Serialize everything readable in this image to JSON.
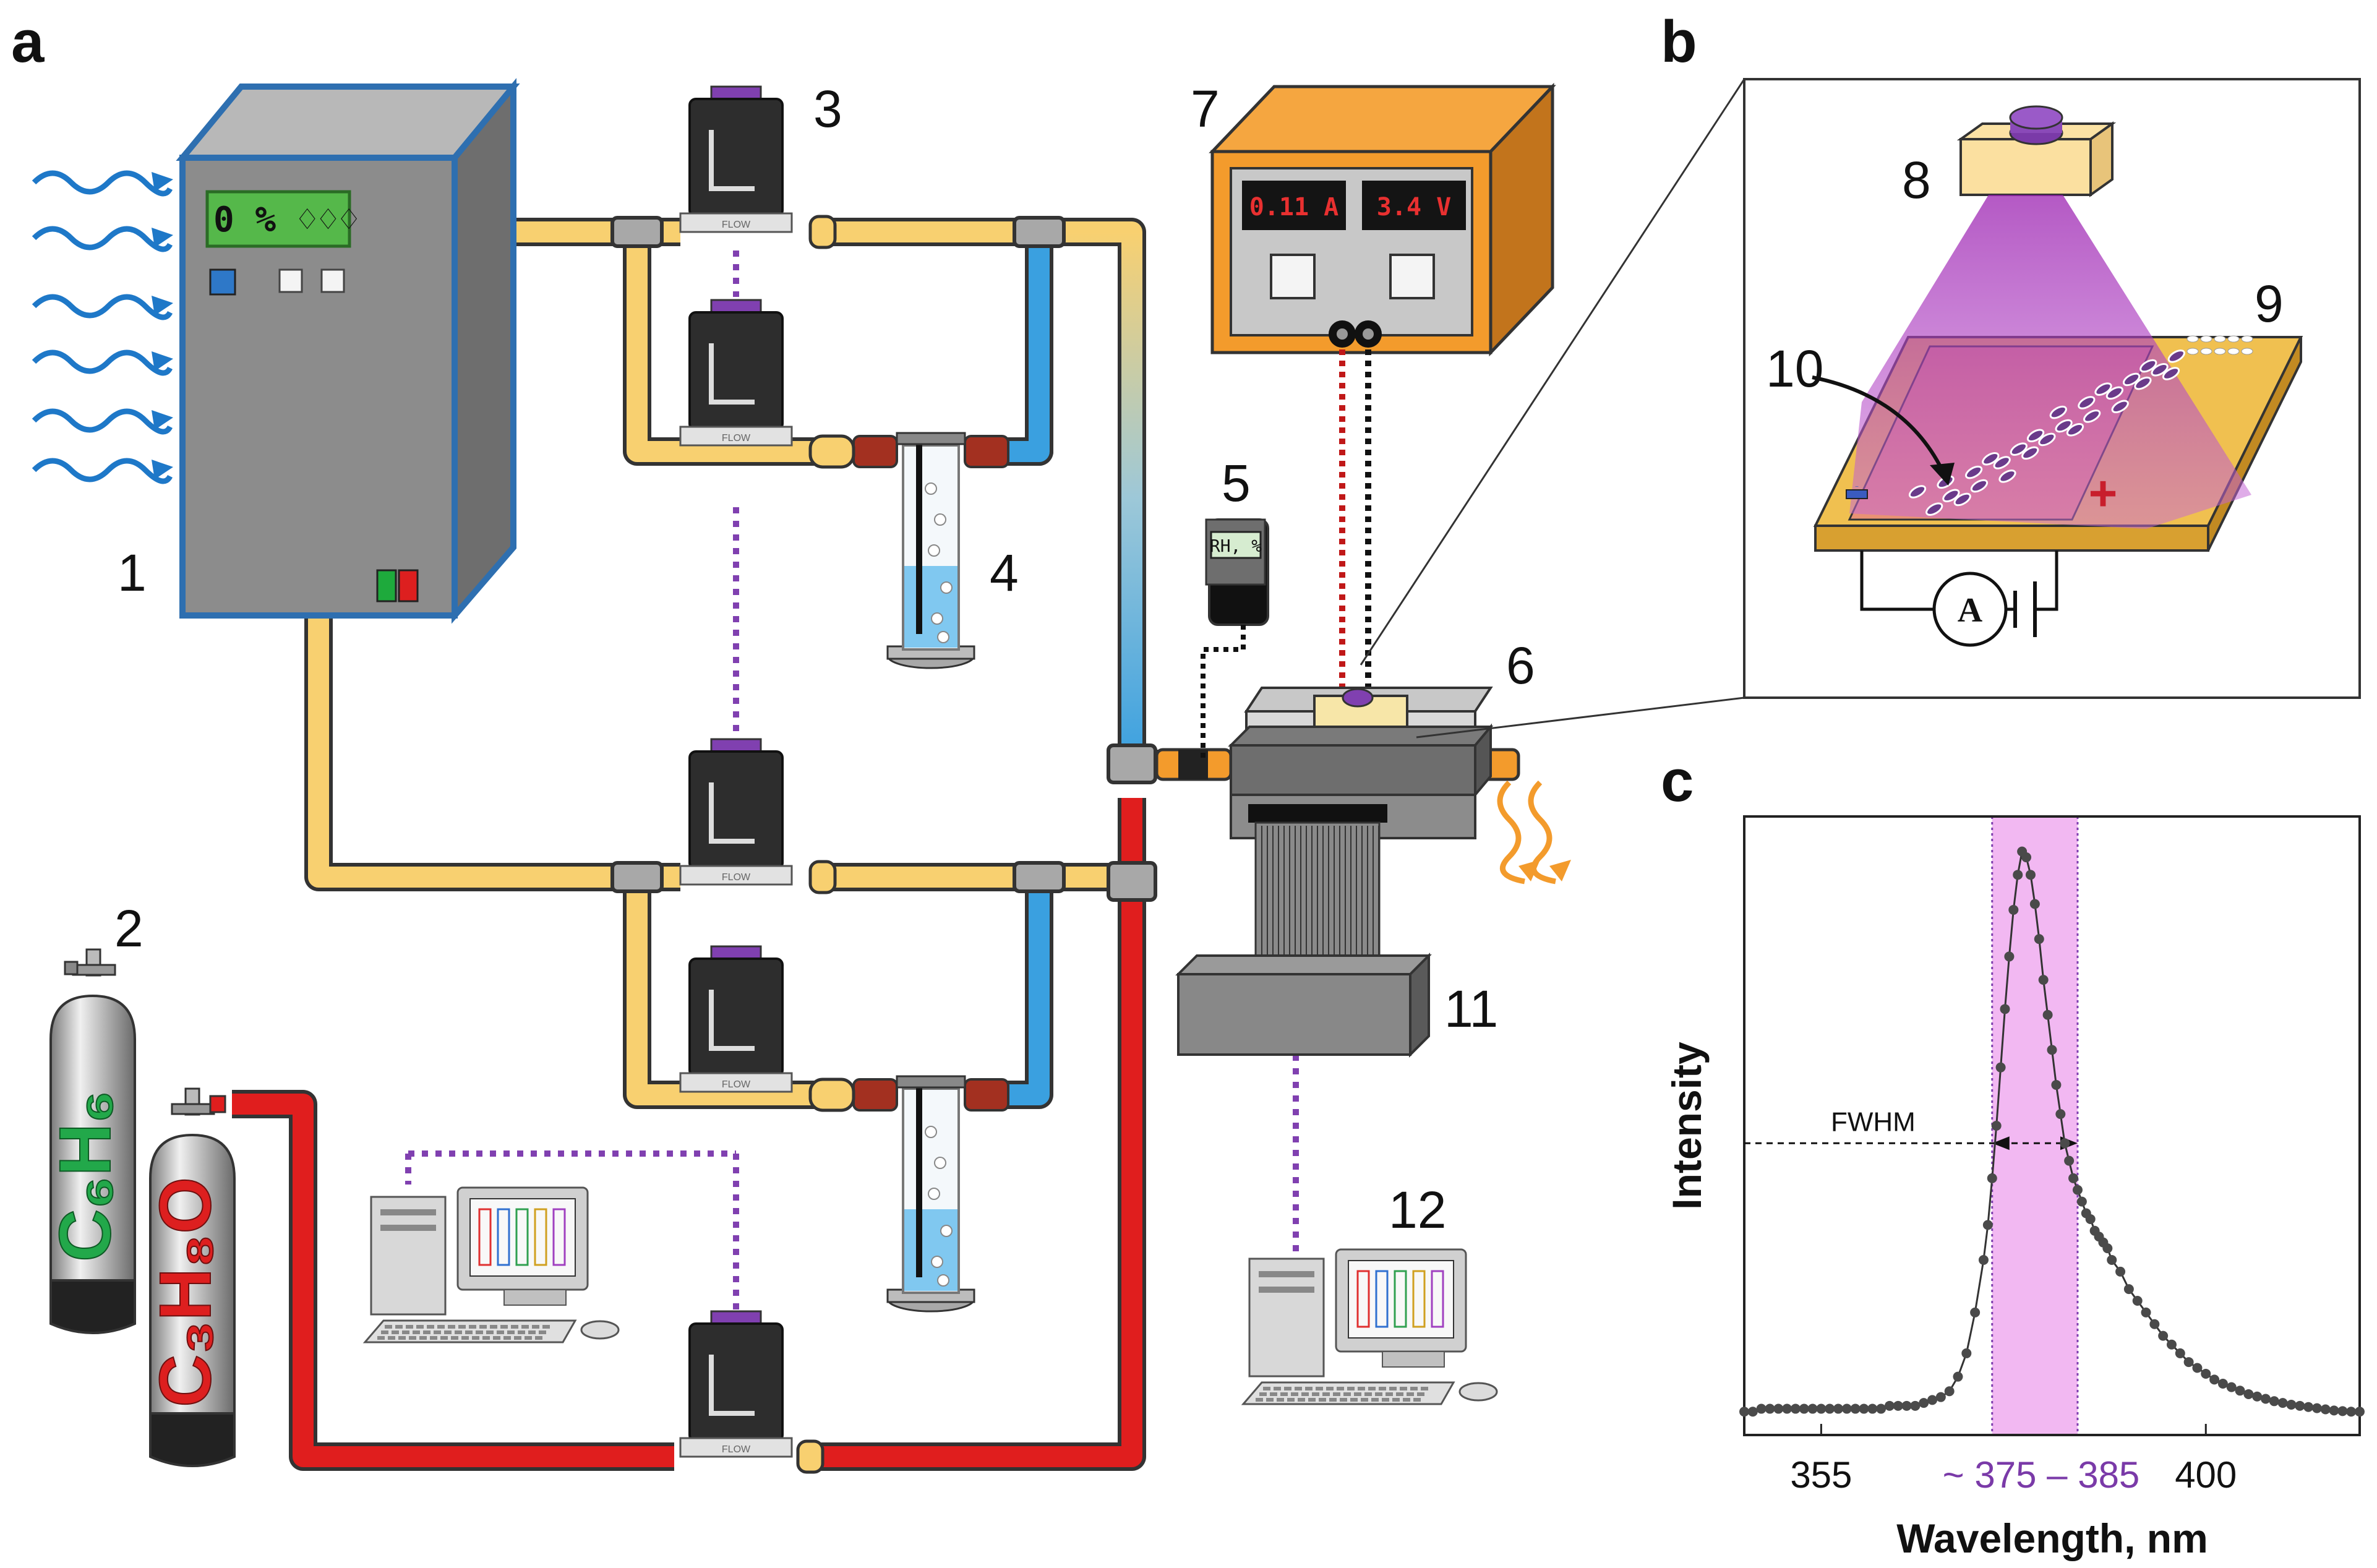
{
  "panels": {
    "a": "a",
    "b": "b",
    "c": "c"
  },
  "callouts": [
    "1",
    "2",
    "3",
    "4",
    "5",
    "6",
    "7",
    "8",
    "9",
    "10",
    "11",
    "12"
  ],
  "climate_chamber": {
    "display": "0 % ♢♢♢"
  },
  "power_supply": {
    "current": "0.11 A",
    "voltage": "3.4 V"
  },
  "hygrometer": {
    "label": "RH, %"
  },
  "gas_cylinders": [
    {
      "formula": "C₆H₆",
      "color": "#22a84a"
    },
    {
      "formula": "C₃H₈O",
      "color": "#dd1f1f"
    }
  ],
  "flow_controller": {
    "label": "FLOW"
  },
  "sensor_chip": {
    "minus": "−",
    "plus": "+",
    "ammeter": "A"
  },
  "colors": {
    "air_line": "#f8d070",
    "humid_line": "#3aa0e0",
    "gas_line": "#e01e1e",
    "control_link": "#8040b0",
    "uv_light": "#b030c0",
    "power": "#f39b2c",
    "chamber": "#8c8c8c"
  },
  "chart_data": {
    "type": "line",
    "xlabel": "Wavelength, nm",
    "ylabel": "Intensity",
    "xticks": [
      355,
      400
    ],
    "band_label": "~ 375 – 385",
    "band": [
      375,
      385
    ],
    "fwhm_label": "FWHM",
    "xlim": [
      346,
      418
    ],
    "ylim": [
      0,
      1.06
    ],
    "x": [
      346,
      347,
      348,
      349,
      350,
      351,
      352,
      353,
      354,
      355,
      356,
      357,
      358,
      359,
      360,
      361,
      362,
      363,
      364,
      365,
      366,
      367,
      368,
      369,
      370,
      371,
      372,
      373,
      374,
      374.5,
      375,
      375.5,
      376,
      376.5,
      377,
      377.5,
      378,
      378.5,
      379,
      379.5,
      380,
      380.5,
      381,
      381.5,
      382,
      382.5,
      383,
      383.5,
      384,
      384.5,
      385,
      385.5,
      386,
      386.5,
      387,
      387.5,
      388,
      388.5,
      389,
      390,
      391,
      392,
      393,
      394,
      395,
      396,
      397,
      398,
      399,
      400,
      401,
      402,
      403,
      404,
      405,
      406,
      407,
      408,
      409,
      410,
      411,
      412,
      413,
      414,
      415,
      416,
      417,
      418
    ],
    "y": [
      0.04,
      0.04,
      0.045,
      0.045,
      0.045,
      0.045,
      0.045,
      0.045,
      0.045,
      0.045,
      0.045,
      0.045,
      0.045,
      0.045,
      0.045,
      0.045,
      0.045,
      0.05,
      0.05,
      0.05,
      0.05,
      0.055,
      0.06,
      0.065,
      0.075,
      0.1,
      0.14,
      0.21,
      0.3,
      0.36,
      0.44,
      0.53,
      0.63,
      0.73,
      0.82,
      0.9,
      0.96,
      1.0,
      0.99,
      0.96,
      0.91,
      0.85,
      0.78,
      0.72,
      0.66,
      0.6,
      0.55,
      0.5,
      0.47,
      0.44,
      0.42,
      0.4,
      0.38,
      0.37,
      0.35,
      0.34,
      0.33,
      0.32,
      0.3,
      0.28,
      0.25,
      0.23,
      0.21,
      0.19,
      0.17,
      0.155,
      0.14,
      0.125,
      0.115,
      0.105,
      0.095,
      0.088,
      0.082,
      0.076,
      0.07,
      0.066,
      0.062,
      0.058,
      0.055,
      0.052,
      0.05,
      0.048,
      0.046,
      0.044,
      0.042,
      0.041,
      0.04,
      0.04
    ]
  }
}
